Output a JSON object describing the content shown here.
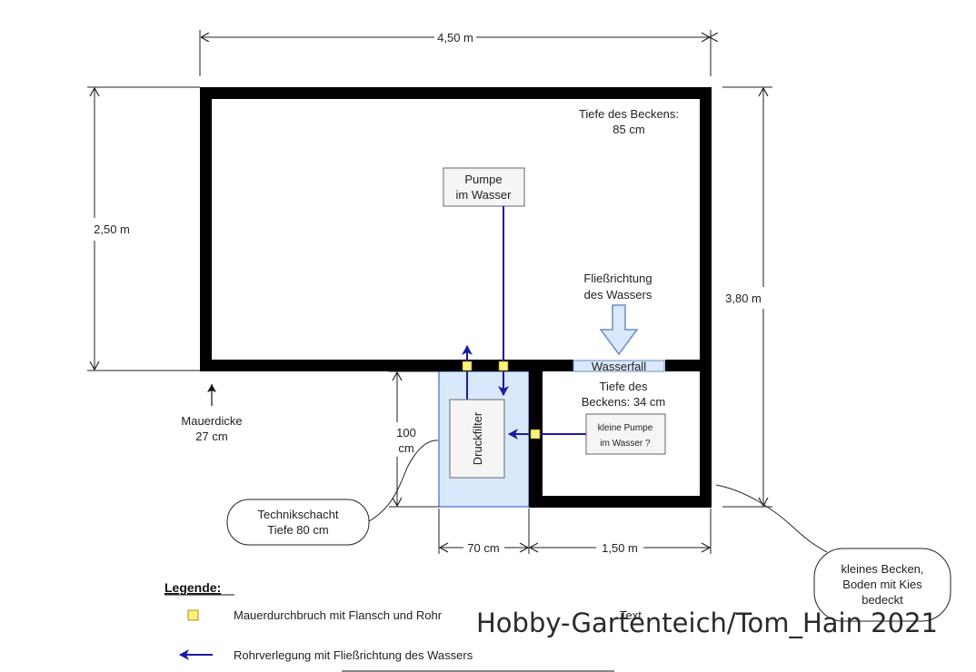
{
  "dimensions": {
    "top_width": "4,50 m",
    "left_height": "2,50 m",
    "right_height": "3,80 m",
    "shaft_height": [
      "100",
      "cm"
    ],
    "shaft_width": "70 cm",
    "small_basin_width": "1,50 m"
  },
  "labels": {
    "basin_depth": [
      "Tiefe des Beckens:",
      "85 cm"
    ],
    "pump": [
      "Pumpe",
      "im Wasser"
    ],
    "flow_direction": [
      "Fließrichtung",
      "des Wassers"
    ],
    "waterfall": "Wasserfall",
    "small_depth": [
      "Tiefe des",
      "Beckens: 34 cm"
    ],
    "small_pump": [
      "kleine Pumpe",
      "im Wasser ?"
    ],
    "filter": "Druckfilter",
    "wall_thickness": [
      "Mauerdicke",
      "27 cm"
    ],
    "shaft_callout": [
      "Technikschacht",
      "Tiefe 80 cm"
    ],
    "small_basin_callout": [
      "kleines Becken,",
      "Boden mit Kies",
      "bedeckt"
    ]
  },
  "legend": {
    "title": "Legende:",
    "items": [
      "Mauerdurchbruch mit Flansch und Rohr",
      "Rohrverlegung mit Fließrichtung des Wassers"
    ],
    "stray_text": "Text"
  },
  "watermark": "Hobby-Gartenteich/Tom_Hain 2021",
  "colors": {
    "wall": "#000000",
    "pipe": "#1a1aa6",
    "flange": "#fff17a",
    "shaft_fill": "#dae8fc",
    "flow_arrow": "#9ec3e8"
  }
}
